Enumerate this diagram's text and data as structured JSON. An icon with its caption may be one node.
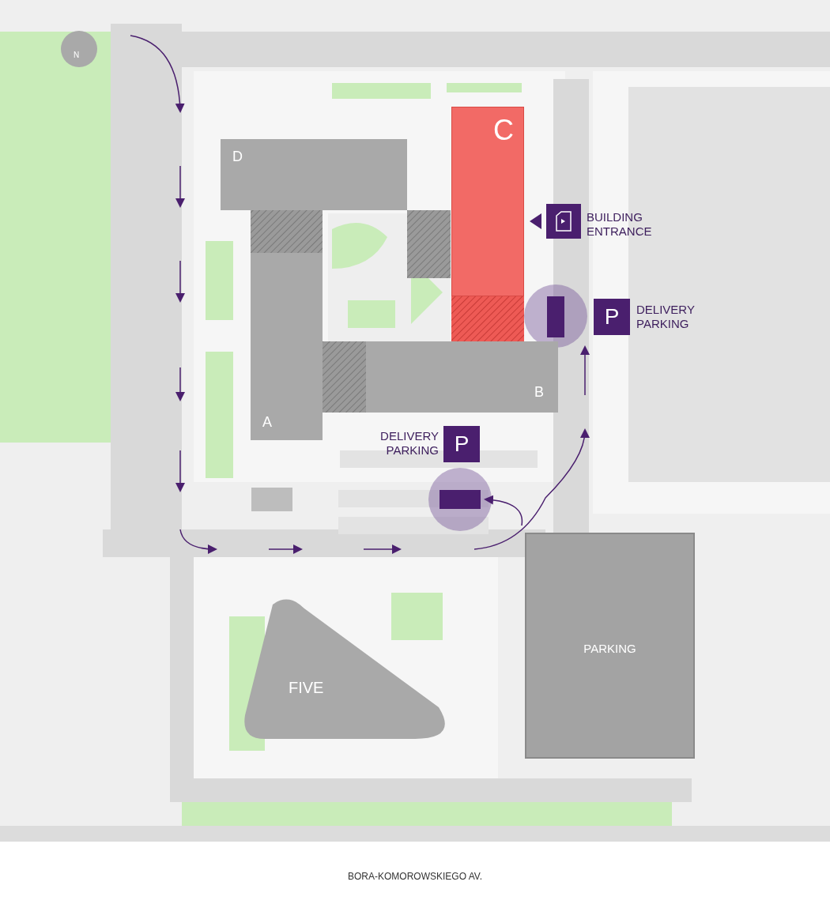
{
  "diagram": {
    "nodes": [
      {
        "text": [
          "C"
        ]
      },
      {
        "text": [
          "D"
        ]
      },
      {
        "text": [
          "A"
        ]
      },
      {
        "text": [
          "B"
        ]
      },
      {
        "text": [
          "PARKING"
        ]
      },
      {
        "text": [
          "FIVE"
        ]
      }
    ],
    "labels": [
      "N",
      "BUILDING ENTRANCE",
      "P",
      "DELIVERY PARKING",
      "DELIVERY PARKING",
      "P",
      "BORA-KOMOROWSKIEGO AV."
    ]
  }
}
